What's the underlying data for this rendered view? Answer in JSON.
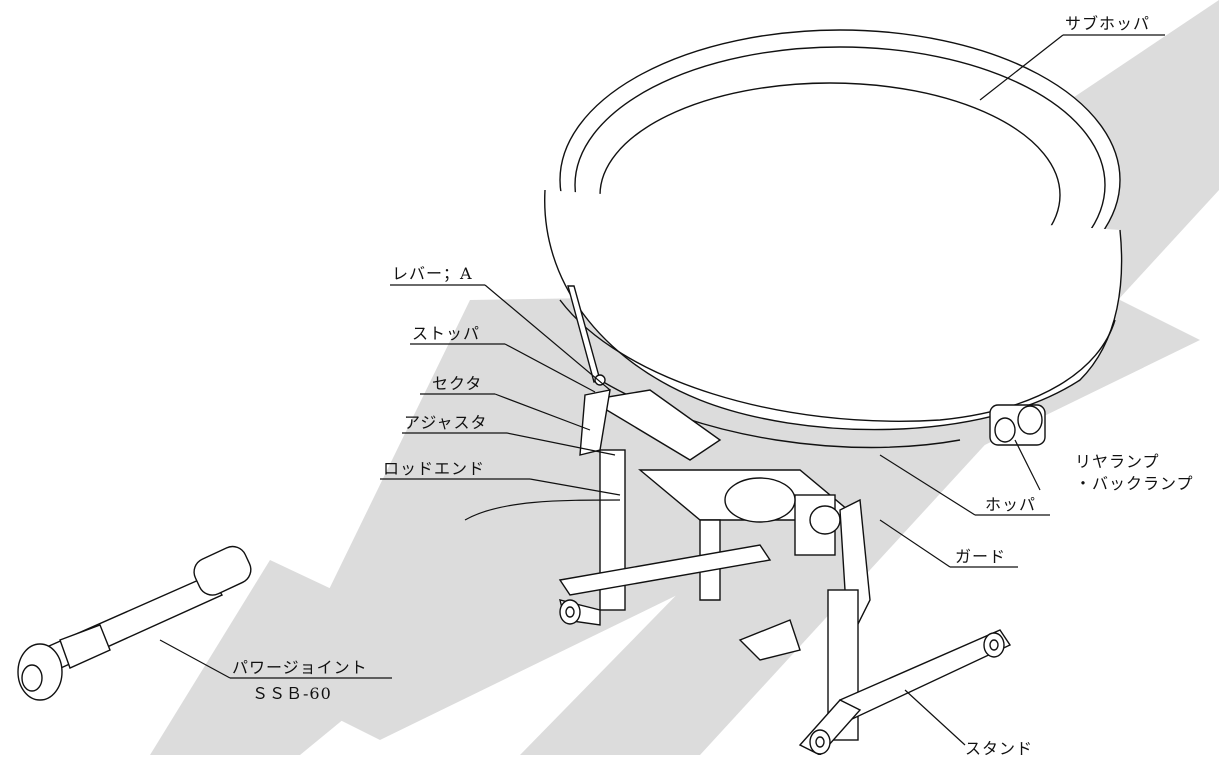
{
  "labels": {
    "sub_hopper": "サブホッパ",
    "lever_a": "レバー；A",
    "stopper": "ストッパ",
    "sector": "セクタ",
    "adjuster": "アジャスタ",
    "rod_end": "ロッドエンド",
    "rear_lamp_1": "リヤランプ",
    "rear_lamp_2": "・バックランプ",
    "hopper": "ホッパ",
    "guard": "ガード",
    "power_joint": "パワージョイント",
    "power_joint_model": "ＳＳＢ-60",
    "stand": "スタンド"
  },
  "colors": {
    "line": "#111111",
    "watermark": "#d9d9d9",
    "background": "#ffffff"
  }
}
